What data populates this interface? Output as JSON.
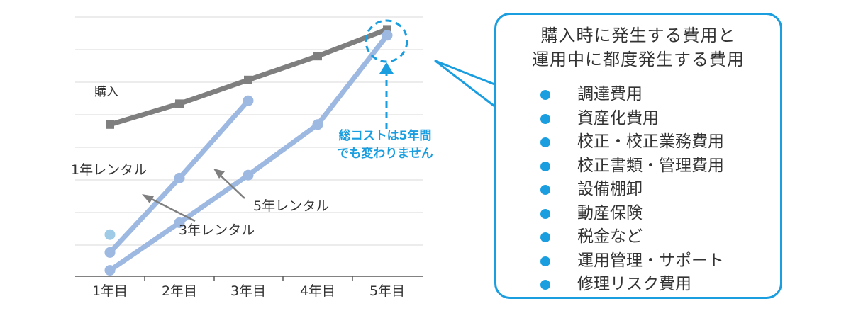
{
  "chart_data": {
    "type": "line",
    "title": "",
    "xlabel": "",
    "ylabel": "",
    "categories": [
      "1年目",
      "2年目",
      "3年目",
      "4年目",
      "5年目"
    ],
    "grid": "horizontal",
    "series": [
      {
        "name": "購入",
        "values": [
          5.1,
          5.8,
          6.6,
          7.4,
          8.3
        ],
        "color": "#7f7f7f",
        "marker": "square"
      },
      {
        "name": "1年レンタル",
        "values": [
          1.4
        ],
        "color": "#9fcbe6",
        "marker": "circle"
      },
      {
        "name": "3年レンタル",
        "values": [
          0.8,
          3.3,
          5.9
        ],
        "color": "#9db8e1",
        "marker": "circle"
      },
      {
        "name": "5年レンタル",
        "values": [
          0.2,
          1.8,
          3.4,
          5.1,
          8.1
        ],
        "color": "#9db8e1",
        "marker": "circle"
      }
    ],
    "annotations": [
      {
        "text": "購入"
      },
      {
        "text": "1年レンタル"
      },
      {
        "text": "3年レンタル"
      },
      {
        "text": "5年レンタル"
      },
      {
        "lines": [
          "総コストは5年間",
          "でも変わりません"
        ],
        "color": "#1a9ee0"
      }
    ]
  },
  "panel": {
    "title_lines": [
      "購入時に発生する費用と",
      "運用中に都度発生する費用"
    ],
    "items": [
      "調達費用",
      "資産化費用",
      "校正・校正業務費用",
      "校正書類・管理費用",
      "設備棚卸",
      "動産保険",
      "税金など",
      "運用管理・サポート",
      "修理リスク費用"
    ],
    "accent_color": "#1a9ee0"
  }
}
